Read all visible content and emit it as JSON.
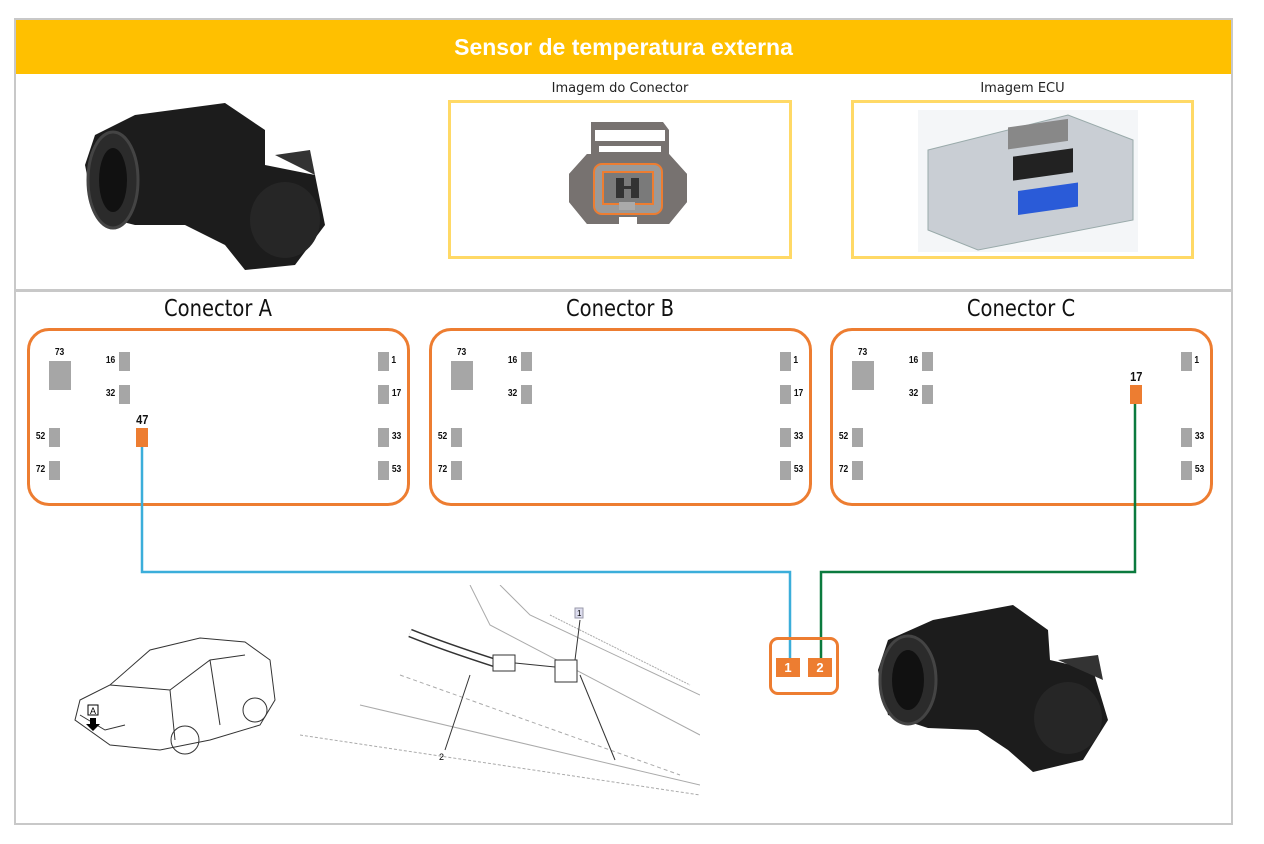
{
  "header": {
    "title": "Sensor de temperatura externa"
  },
  "top": {
    "connector_caption": "Imagem do Conector",
    "ecu_caption": "Imagem ECU"
  },
  "connectors": [
    {
      "title": "Conector A",
      "pins": [
        "73",
        "16",
        "32",
        "1",
        "17",
        "52",
        "72",
        "33",
        "53"
      ],
      "active_pin": "47",
      "wire_color": "#3BAEDA"
    },
    {
      "title": "Conector B",
      "pins": [
        "73",
        "16",
        "32",
        "1",
        "17",
        "52",
        "72",
        "33",
        "53"
      ],
      "active_pin": null
    },
    {
      "title": "Conector C",
      "pins": [
        "73",
        "16",
        "32",
        "1",
        "52",
        "72",
        "33",
        "53"
      ],
      "active_pin": "17",
      "wire_color": "#0B7A3E"
    }
  ],
  "sensor_connector": {
    "pins": [
      "1",
      "2"
    ]
  },
  "diagram": {
    "callout_1": "1",
    "callout_2": "2",
    "view_label": "A"
  },
  "colors": {
    "accent": "#FFC000",
    "pin_active": "#ED7D31",
    "pin_inactive": "#A6A6A6"
  }
}
